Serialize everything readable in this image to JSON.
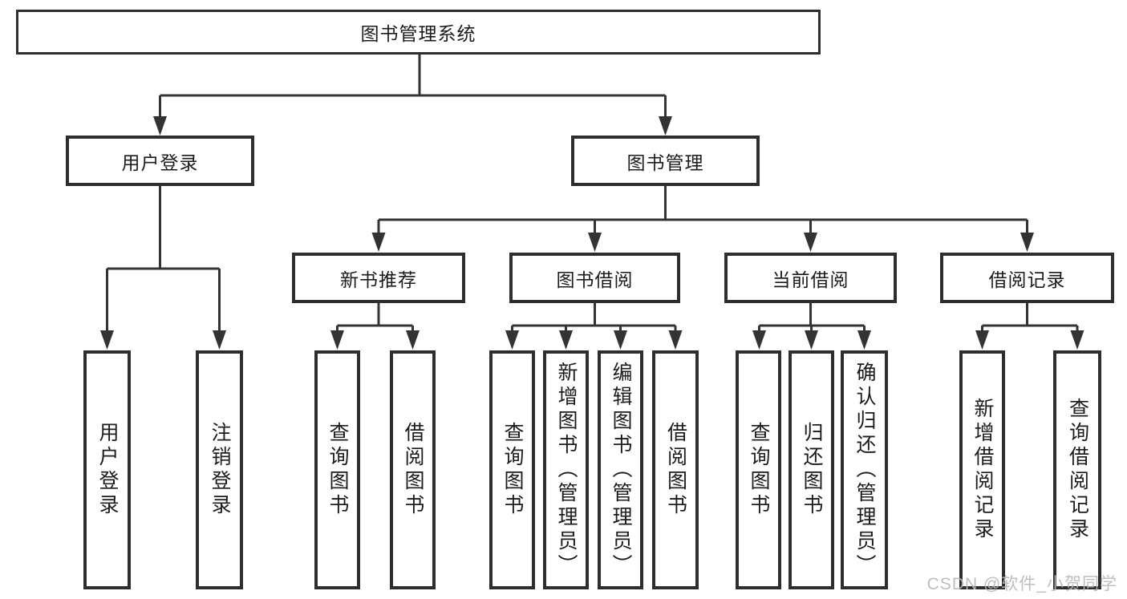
{
  "watermark": "CSDN @软件_小贺同学",
  "colors": {
    "background": "#ffffff",
    "node_border": "#2e2e2e",
    "connector_line": "#333333",
    "text": "#1c1c1c",
    "watermark_text": "#b9b9b9"
  },
  "tree": {
    "root": {
      "label": "图书管理系统"
    },
    "branches": [
      {
        "label": "用户登录",
        "children": [
          {
            "label": "用户登录"
          },
          {
            "label": "注销登录"
          }
        ]
      },
      {
        "label": "图书管理",
        "children": [
          {
            "label": "新书推荐",
            "children": [
              {
                "label": "查询图书"
              },
              {
                "label": "借阅图书"
              }
            ]
          },
          {
            "label": "图书借阅",
            "children": [
              {
                "label": "查询图书"
              },
              {
                "label": "新增图书（管理员）"
              },
              {
                "label": "编辑图书（管理员）"
              },
              {
                "label": "借阅图书"
              }
            ]
          },
          {
            "label": "当前借阅",
            "children": [
              {
                "label": "查询图书"
              },
              {
                "label": "归还图书"
              },
              {
                "label": "确认归还（管理员）"
              }
            ]
          },
          {
            "label": "借阅记录",
            "children": [
              {
                "label": "新增借阅记录"
              },
              {
                "label": "查询借阅记录"
              }
            ]
          }
        ]
      }
    ]
  }
}
